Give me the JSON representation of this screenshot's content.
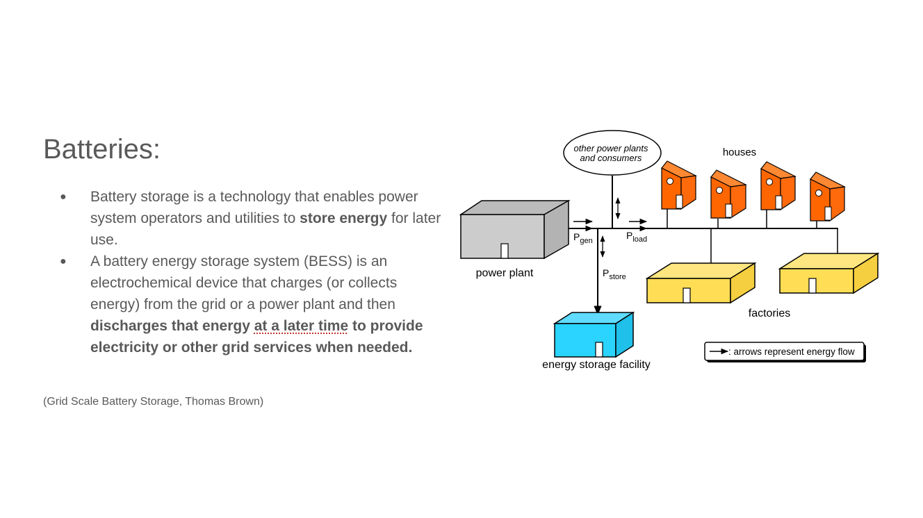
{
  "slide": {
    "title": "Batteries:",
    "bullet1": {
      "text_a": "Battery storage is a technology that enables power system operators and utilities to ",
      "bold": "store energy",
      "text_b": " for later use."
    },
    "bullet2": {
      "text_a": "A battery energy storage system (BESS) is an electrochemical device that charges (or collects energy) from the grid or a power plant and then ",
      "bold_a": "discharges that energy ",
      "bold_underlined": "at a later time",
      "bold_b": " to provide electricity or other grid services when needed."
    },
    "citation": "(Grid Scale Battery Storage, Thomas Brown)"
  },
  "diagram": {
    "ellipse_line1": "other power plants",
    "ellipse_line2": "and consumers",
    "houses_label": "houses",
    "power_plant_label": "power plant",
    "p_gen": "P",
    "p_gen_sub": "gen",
    "p_load": "P",
    "p_load_sub": "load",
    "p_store": "P",
    "p_store_sub": "store",
    "factories_label": "factories",
    "storage_label": "energy storage facility",
    "legend_text": ": arrows represent energy flow",
    "colors": {
      "power_plant": "#cccccc",
      "house": "#ff6600",
      "factory": "#ffdd55",
      "storage": "#2ad4ff"
    }
  }
}
